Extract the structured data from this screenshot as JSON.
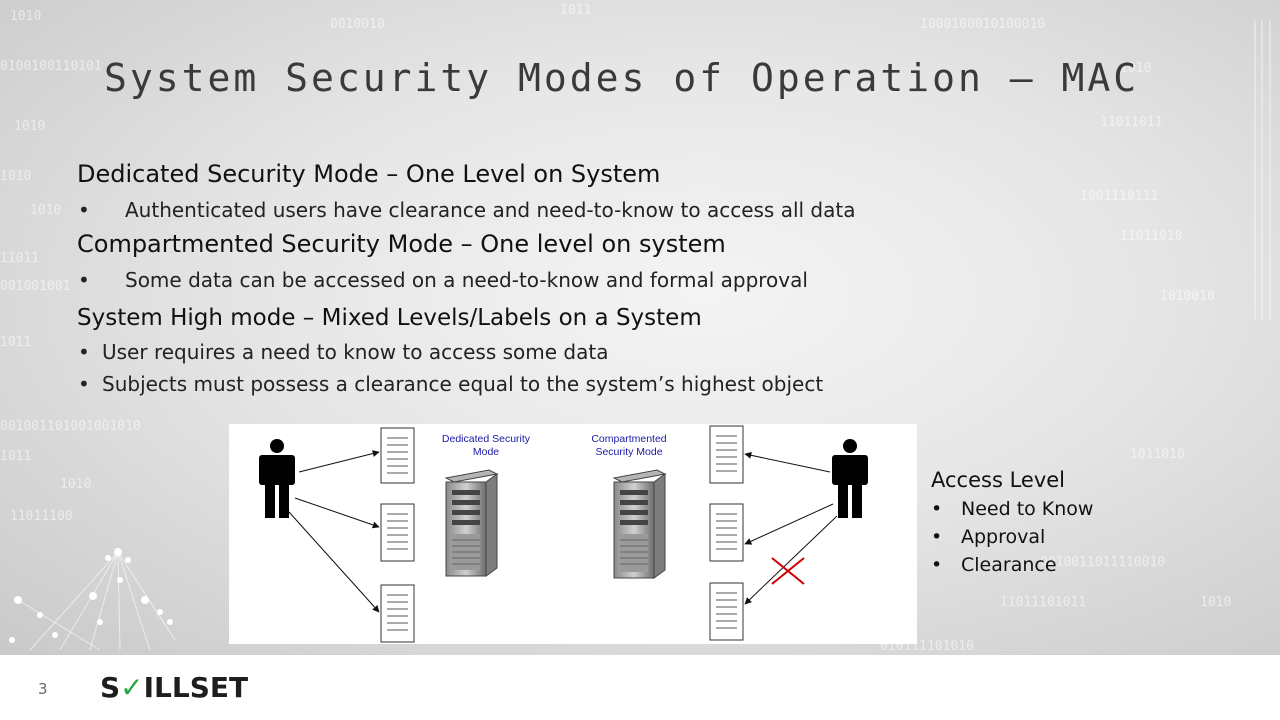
{
  "slide": {
    "title": "System Security Modes of Operation – MAC",
    "sections": [
      {
        "heading": "Dedicated Security Mode – One Level on System",
        "bullets": [
          "Authenticated users have clearance and need-to-know to access all data"
        ]
      },
      {
        "heading": "Compartmented Security Mode – One level on system",
        "bullets": [
          "Some data can be accessed on a need-to-know and formal approval"
        ]
      },
      {
        "heading": "System High mode – Mixed Levels/Labels on a System",
        "bullets": [
          "User requires a need to know to access some data",
          "Subjects must possess a clearance equal to the system’s highest object"
        ]
      }
    ],
    "bullet_char": "•"
  },
  "diagram": {
    "dedicated_label_line1": "Dedicated Security",
    "dedicated_label_line2": "Mode",
    "compartmented_label_line1": "Compartmented",
    "compartmented_label_line2": "Security Mode",
    "label_color": "#1a1aa6",
    "denied_color": "#cc0000"
  },
  "access_level": {
    "title": "Access Level",
    "items": [
      "Need to Know",
      "Approval",
      "Clearance"
    ]
  },
  "footer": {
    "page_number": "3",
    "logo_prefix": "S",
    "logo_check": "✓",
    "logo_suffix": "ILLSET"
  }
}
